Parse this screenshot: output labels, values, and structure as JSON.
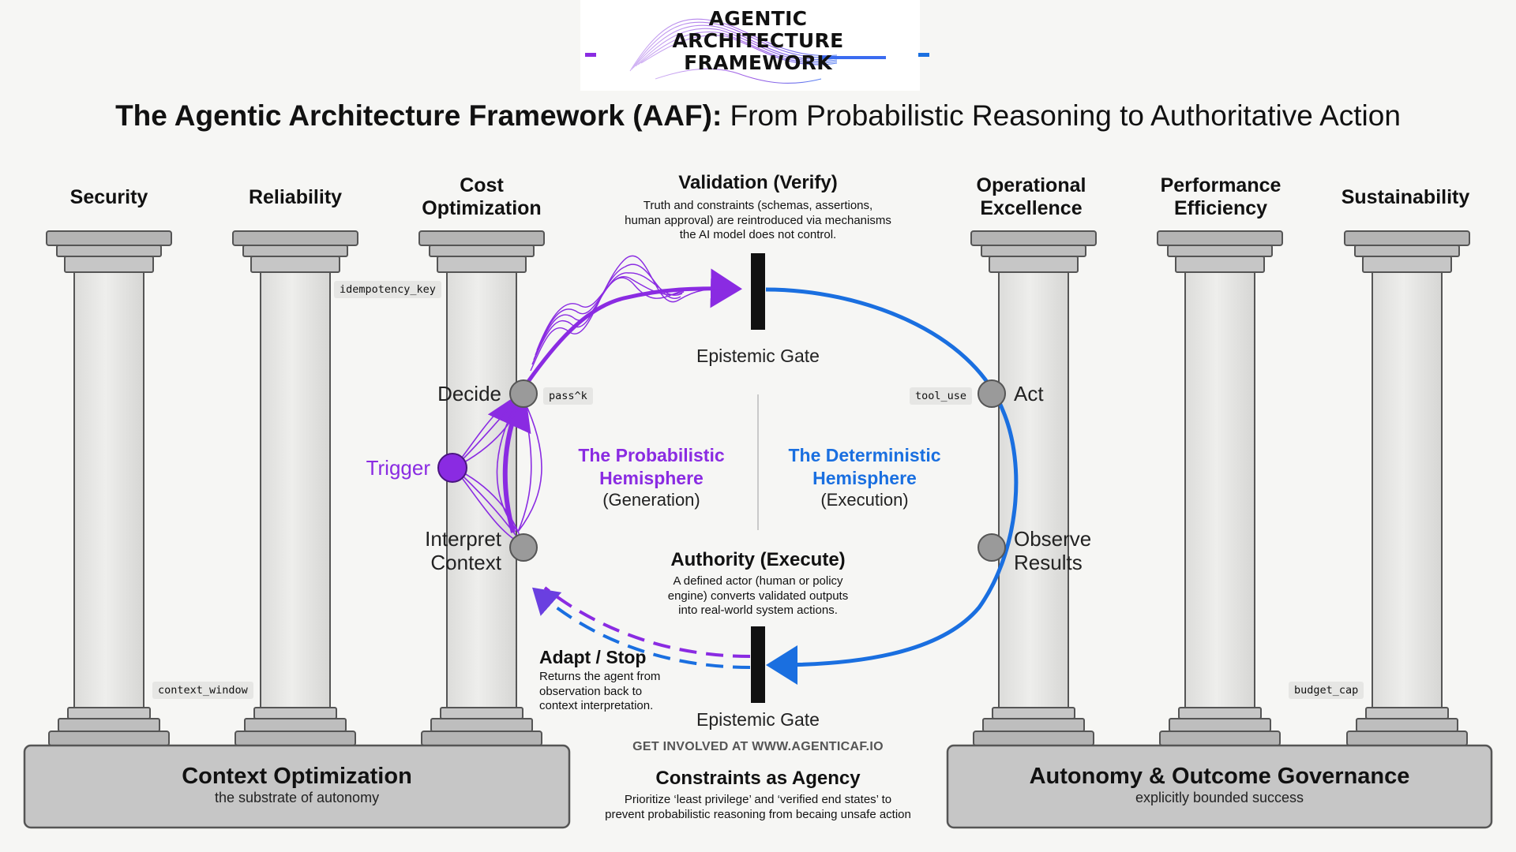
{
  "logo": {
    "lines": [
      "AGENTIC",
      "ARCHITECTURE",
      "FRAMEWORK"
    ]
  },
  "title": {
    "bold": "The Agentic Architecture Framework (AAF):",
    "regular": "From Probabilistic Reasoning to Authoritative Action"
  },
  "pillars": {
    "security": "Security",
    "reliability": "Reliability",
    "cost_optimization": "Cost Optimization",
    "operational_excellence": "Operational Excellence",
    "performance_efficiency": "Performance Efficiency",
    "sustainability": "Sustainability"
  },
  "code_tags": {
    "idempotency_key": "idempotency_key",
    "context_window": "context_window",
    "pass_k": "pass^k",
    "tool_use": "tool_use",
    "budget_cap": "budget_cap"
  },
  "validation": {
    "heading": "Validation (Verify)",
    "line1": "Truth and constraints (schemas, assertions,",
    "line2": "human approval) are reintroduced via mechanisms",
    "line3": "the AI model does not control."
  },
  "gates": {
    "top": "Epistemic Gate",
    "bottom": "Epistemic Gate"
  },
  "nodes": {
    "decide": "Decide",
    "trigger": "Trigger",
    "interpret_line1": "Interpret",
    "interpret_line2": "Context",
    "act": "Act",
    "observe_line1": "Observe",
    "observe_line2": "Results"
  },
  "hemispheres": {
    "probabilistic_line1": "The Probabilistic",
    "probabilistic_line2": "Hemisphere",
    "probabilistic_sub": "(Generation)",
    "deterministic_line1": "The Deterministic",
    "deterministic_line2": "Hemisphere",
    "deterministic_sub": "(Execution)"
  },
  "authority": {
    "heading": "Authority (Execute)",
    "line1": "A defined actor (human or policy",
    "line2": "engine) converts validated outputs",
    "line3": "into real-world system actions."
  },
  "adapt": {
    "heading": "Adapt / Stop",
    "line1": "Returns the agent from",
    "line2": "observation back to",
    "line3": "context interpretation."
  },
  "get_involved": "GET INVOLVED AT WWW.AGENTICAF.IO",
  "constraints": {
    "heading": "Constraints as Agency",
    "line1": "Prioritize ‘least privilege’ and ‘verified end states’ to",
    "line2": "prevent probabilistic reasoning from becaing unsafe action"
  },
  "bases": {
    "left_title": "Context Optimization",
    "left_sub": "the substrate of autonomy",
    "right_title": "Autonomy & Outcome Governance",
    "right_sub": "explicitly bounded success"
  },
  "colors": {
    "purple": "#8a2be2",
    "blue": "#1a6fe0",
    "node_gray": "#9a9a9a",
    "pillar_fill": "#e8e8e6",
    "base_fill": "#c8c8c8"
  }
}
